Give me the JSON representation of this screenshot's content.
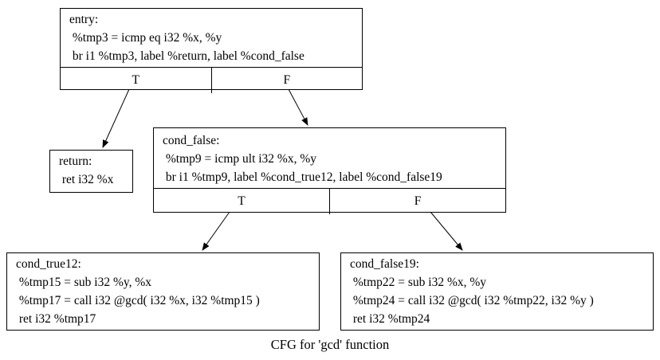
{
  "caption": "CFG for 'gcd' function",
  "colors": {
    "background": "#ffffff",
    "border": "#000000",
    "text": "#000000"
  },
  "nodes": {
    "entry": {
      "lines": [
        "entry:",
        " %tmp3 = icmp eq i32 %x, %y",
        " br i1 %tmp3, label %return, label %cond_false"
      ],
      "true_label": "T",
      "false_label": "F"
    },
    "return": {
      "lines": [
        "return:",
        " ret i32 %x"
      ]
    },
    "cond_false": {
      "lines": [
        "cond_false:",
        " %tmp9 = icmp ult i32 %x, %y",
        " br i1 %tmp9, label %cond_true12, label %cond_false19"
      ],
      "true_label": "T",
      "false_label": "F"
    },
    "cond_true12": {
      "lines": [
        "cond_true12:",
        " %tmp15 = sub i32 %y, %x",
        " %tmp17 = call i32 @gcd( i32 %x, i32 %tmp15 )",
        " ret i32 %tmp17"
      ]
    },
    "cond_false19": {
      "lines": [
        "cond_false19:",
        " %tmp22 = sub i32 %x, %y",
        " %tmp24 = call i32 @gcd( i32 %tmp22, i32 %y )",
        " ret i32 %tmp24"
      ]
    }
  },
  "edges": [
    {
      "from": "entry",
      "port": "T",
      "to": "return"
    },
    {
      "from": "entry",
      "port": "F",
      "to": "cond_false"
    },
    {
      "from": "cond_false",
      "port": "T",
      "to": "cond_true12"
    },
    {
      "from": "cond_false",
      "port": "F",
      "to": "cond_false19"
    }
  ]
}
